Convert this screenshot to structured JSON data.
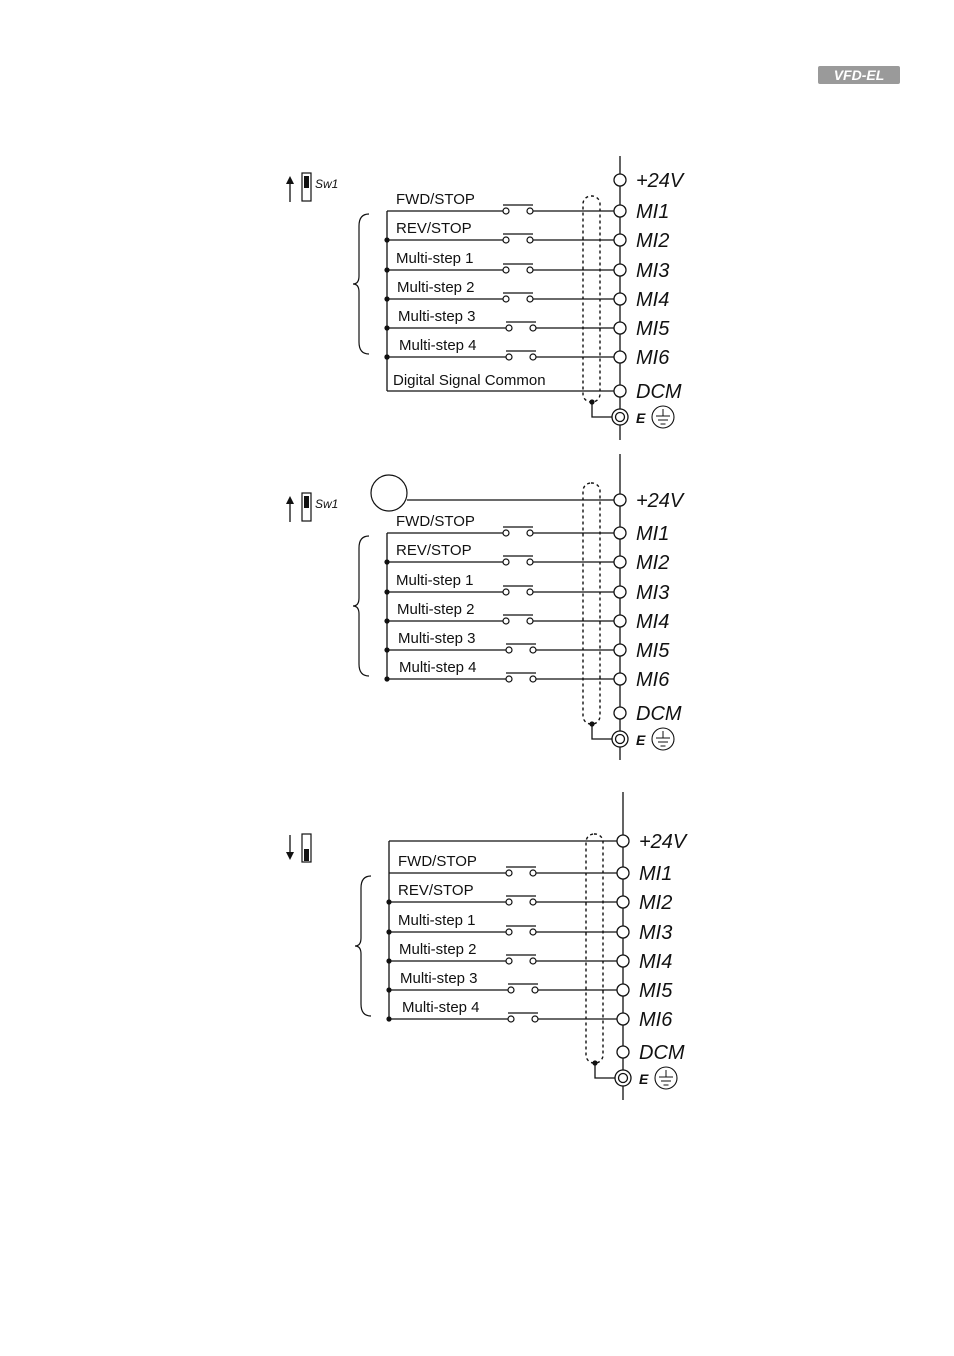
{
  "header": {
    "logo_text": "VFD-EL"
  },
  "switch_label": "Sw1",
  "terminals": [
    "+24V",
    "MI1",
    "MI2",
    "MI3",
    "MI4",
    "MI5",
    "MI6",
    "DCM",
    "E"
  ],
  "inputs": [
    "FWD/STOP",
    "REV/STOP",
    "Multi-step 1",
    "Multi-step 2",
    "Multi-step 3",
    "Multi-step 4"
  ],
  "common_label": "Digital Signal Common",
  "diagrams": [
    {
      "id": "diagram-1",
      "switch": "up",
      "show_switch_label": true,
      "external_source": false,
      "common_wire": true,
      "plus24_wire": false
    },
    {
      "id": "diagram-2",
      "switch": "up",
      "show_switch_label": true,
      "external_source": true,
      "common_wire": false,
      "plus24_wire": false
    },
    {
      "id": "diagram-3",
      "switch": "down",
      "show_switch_label": false,
      "external_source": false,
      "common_wire": false,
      "plus24_wire": true
    }
  ]
}
